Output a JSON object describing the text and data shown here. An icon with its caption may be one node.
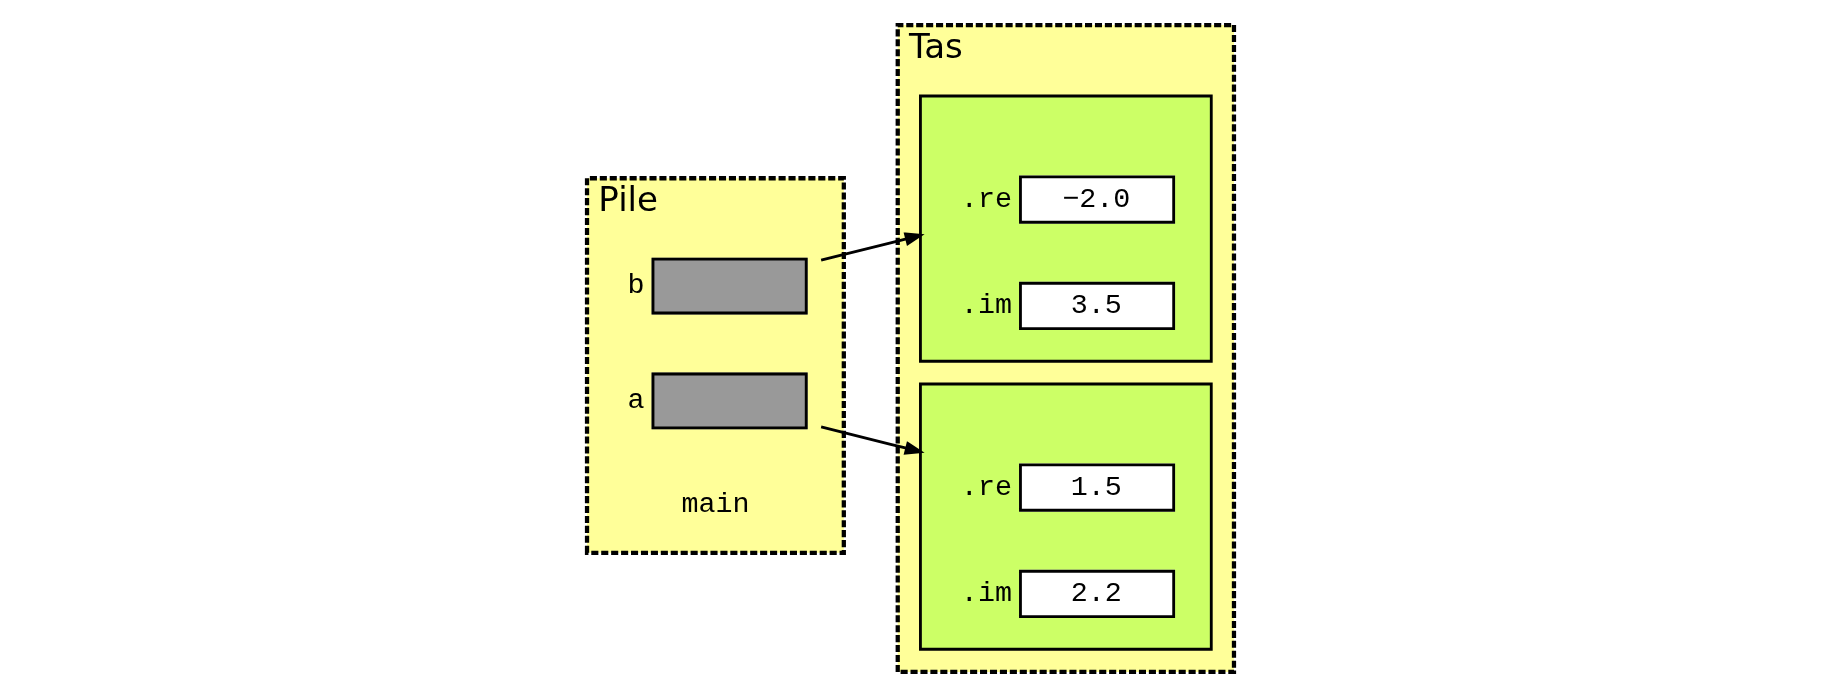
{
  "diagram": {
    "nodes": [
      {
        "text": [
          "Pile"
        ]
      },
      {
        "text": [
          "Tas"
        ]
      },
      {
        "text": [],
        "shape": "box",
        "in": 0,
        "beside": [
          "b"
        ]
      },
      {
        "text": [],
        "shape": "box",
        "in": 0,
        "beside": [
          "a"
        ]
      },
      {
        "text": [],
        "shape": "box",
        "in": 1
      },
      {
        "text": [
          "−2.0"
        ],
        "in": 4,
        "beside": [
          ".re"
        ]
      },
      {
        "text": [
          "3.5"
        ],
        "in": 4,
        "beside": [
          ".im"
        ]
      },
      {
        "text": [],
        "shape": "box",
        "in": 1
      },
      {
        "text": [
          "1.5"
        ],
        "in": 7,
        "beside": [
          ".re"
        ]
      },
      {
        "text": [
          "2.2"
        ],
        "in": 7,
        "beside": [
          ".im"
        ]
      }
    ],
    "edges": [
      {
        "from": 2,
        "to": 4,
        "arrow": "to"
      },
      {
        "from": 3,
        "to": 7,
        "arrow": "to"
      }
    ],
    "labels": [
      "main"
    ]
  }
}
